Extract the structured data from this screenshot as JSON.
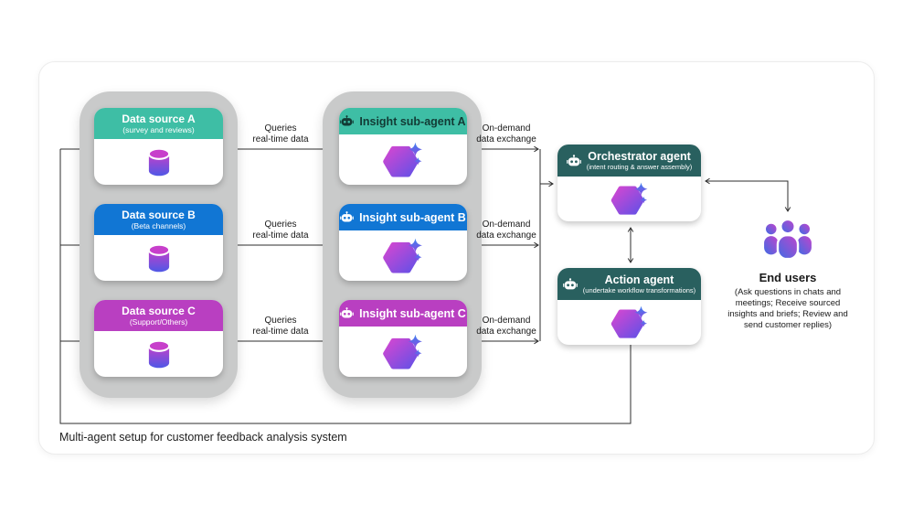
{
  "caption": "Multi-agent setup for customer feedback analysis system",
  "colors": {
    "teal": "#3EBEA5",
    "blue": "#1176D4",
    "magenta": "#B93FC1",
    "dark_teal": "#29605F",
    "panel_gray": "#C9CACA",
    "line": "#2E2E2E"
  },
  "icons": {
    "robot": "robot-icon",
    "database": "database-cylinder-icon",
    "agent": "sparkle-hexagon-icon",
    "end_users": "people-group-icon"
  },
  "data_sources": [
    {
      "title": "Data source A",
      "subtitle": "(survey and reviews)",
      "header_color": "#3EBEA5",
      "text_color": "#FFFFFF"
    },
    {
      "title": "Data source B",
      "subtitle": "(Beta channels)",
      "header_color": "#1176D4",
      "text_color": "#FFFFFF"
    },
    {
      "title": "Data source C",
      "subtitle": "(Support/Others)",
      "header_color": "#B93FC1",
      "text_color": "#FFFFFF"
    }
  ],
  "insight_agents": [
    {
      "title": "Insight sub-agent A",
      "header_color": "#3EBEA5",
      "text_color": "#123B35"
    },
    {
      "title": "Insight sub-agent B",
      "header_color": "#1176D4",
      "text_color": "#FFFFFF"
    },
    {
      "title": "Insight sub-agent C",
      "header_color": "#B93FC1",
      "text_color": "#FFFFFF"
    }
  ],
  "orchestrator": {
    "title": "Orchestrator agent",
    "subtitle": "(intent routing & answer assembly)",
    "header_color": "#29605F",
    "text_color": "#FFFFFF"
  },
  "action_agent": {
    "title": "Action agent",
    "subtitle": "(undertake workflow transformations)",
    "header_color": "#29605F",
    "text_color": "#FFFFFF"
  },
  "end_users": {
    "title": "End users",
    "subtitle": "(Ask questions in chats and meetings; Receive sourced insights and briefs; Review and send customer replies)"
  },
  "labels": {
    "queries": {
      "line1": "Queries",
      "line2": "real-time data"
    },
    "on_demand": {
      "line1": "On-demand",
      "line2": "data exchange"
    }
  }
}
